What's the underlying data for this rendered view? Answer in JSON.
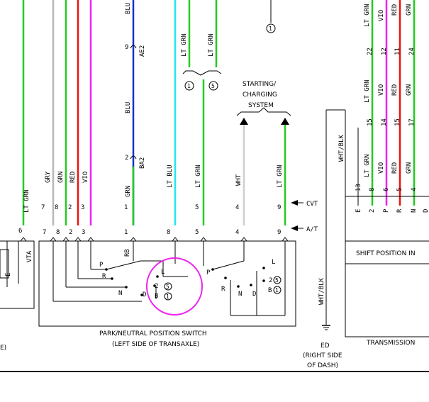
{
  "colors": {
    "LT GRN": "#22cc22",
    "GRY": "#b8b8b8",
    "GRN": "#22cc22",
    "RED": "#ee1111",
    "VIO": "#ee22ee",
    "BLU": "#1133cc",
    "LT BLU": "#22e8ee",
    "WHT": "#cfcfcf",
    "WHT/BLK": "#000000",
    "circle": "#ee22ee"
  },
  "left_wire": {
    "color_label": "LT GRN",
    "pin": "6"
  },
  "left_box_labels": {
    "vta": "VTA",
    "sensor": "E"
  },
  "left_caption_fragment": "E)",
  "wires": [
    {
      "id": "w7",
      "color_label": "GRY",
      "pin": "7"
    },
    {
      "id": "w8",
      "color_label": "GRN",
      "pin": "8"
    },
    {
      "id": "w2",
      "color_label": "RED",
      "pin": "2"
    },
    {
      "id": "w3",
      "color_label": "VIO",
      "pin": "3"
    },
    {
      "id": "w1",
      "color_label": "GRN",
      "pin": "1"
    },
    {
      "id": "w8b",
      "color_label": "LT BLU",
      "pin": "8"
    },
    {
      "id": "w5",
      "color_label": "LT GRN",
      "pin": "5"
    },
    {
      "id": "w4",
      "color_label": "WHT",
      "pin": "4"
    },
    {
      "id": "w9",
      "color_label": "LT GRN",
      "pin": "9"
    }
  ],
  "blu_wire": {
    "top_label": "BLU",
    "mid_label": "BLU",
    "connector_top": {
      "pin": "9",
      "name": "AE2"
    },
    "connector_bottom": {
      "pin": "2",
      "name": "BA2"
    }
  },
  "top_ltgrn_pair": {
    "labels": [
      "LT GRN",
      "LT GRN"
    ],
    "refs": [
      "1",
      "5"
    ]
  },
  "ref_top_right": "1",
  "starting_system": {
    "line1": "STARTING/",
    "line2": "CHARGING",
    "line3": "SYSTEM"
  },
  "side_labels": {
    "cvt": "CVT",
    "at": "A/T"
  },
  "switch": {
    "caption_line1": "PARK/NEUTRAL POSITION SWITCH",
    "caption_line2": "(LEFT SIDE OF TRANSAXLE)",
    "left_positions": [
      "RB",
      "P",
      "R",
      "N",
      "D"
    ],
    "mid_positions": [
      "L",
      "2",
      "B"
    ],
    "mid_refs": [
      "5",
      "1"
    ],
    "right_positions": [
      "P",
      "R",
      "N",
      "D",
      "L",
      "2",
      "B"
    ],
    "right_refs": [
      "5",
      "1"
    ]
  },
  "right_section": {
    "whtblk_label": "WHT/BLK",
    "whtblk_vertical_label": "WHT/BLK",
    "ground": {
      "name": "ED",
      "line1": "(RIGHT SIDE",
      "line2": "OF DASH)"
    },
    "pins": [
      "E",
      "2",
      "P",
      "R",
      "N",
      "D"
    ],
    "pin_numbers": [
      "13",
      "8",
      "6",
      "5",
      "4"
    ],
    "mid_numbers": [
      "15",
      "14",
      "15",
      "17"
    ],
    "top_numbers": [
      "22",
      "12",
      "11",
      "24"
    ],
    "wire_labels_mid": [
      "LT GRN",
      "VIO",
      "RED",
      "GRN"
    ],
    "wire_labels_low": [
      "LT GRN",
      "VIO",
      "RED",
      "GRN"
    ],
    "wire_labels_top": [
      "LT GRN",
      "VIO",
      "RED",
      "GRN"
    ],
    "shift_box": "SHIFT POSITION IN",
    "transmission": "TRANSMISSION"
  }
}
